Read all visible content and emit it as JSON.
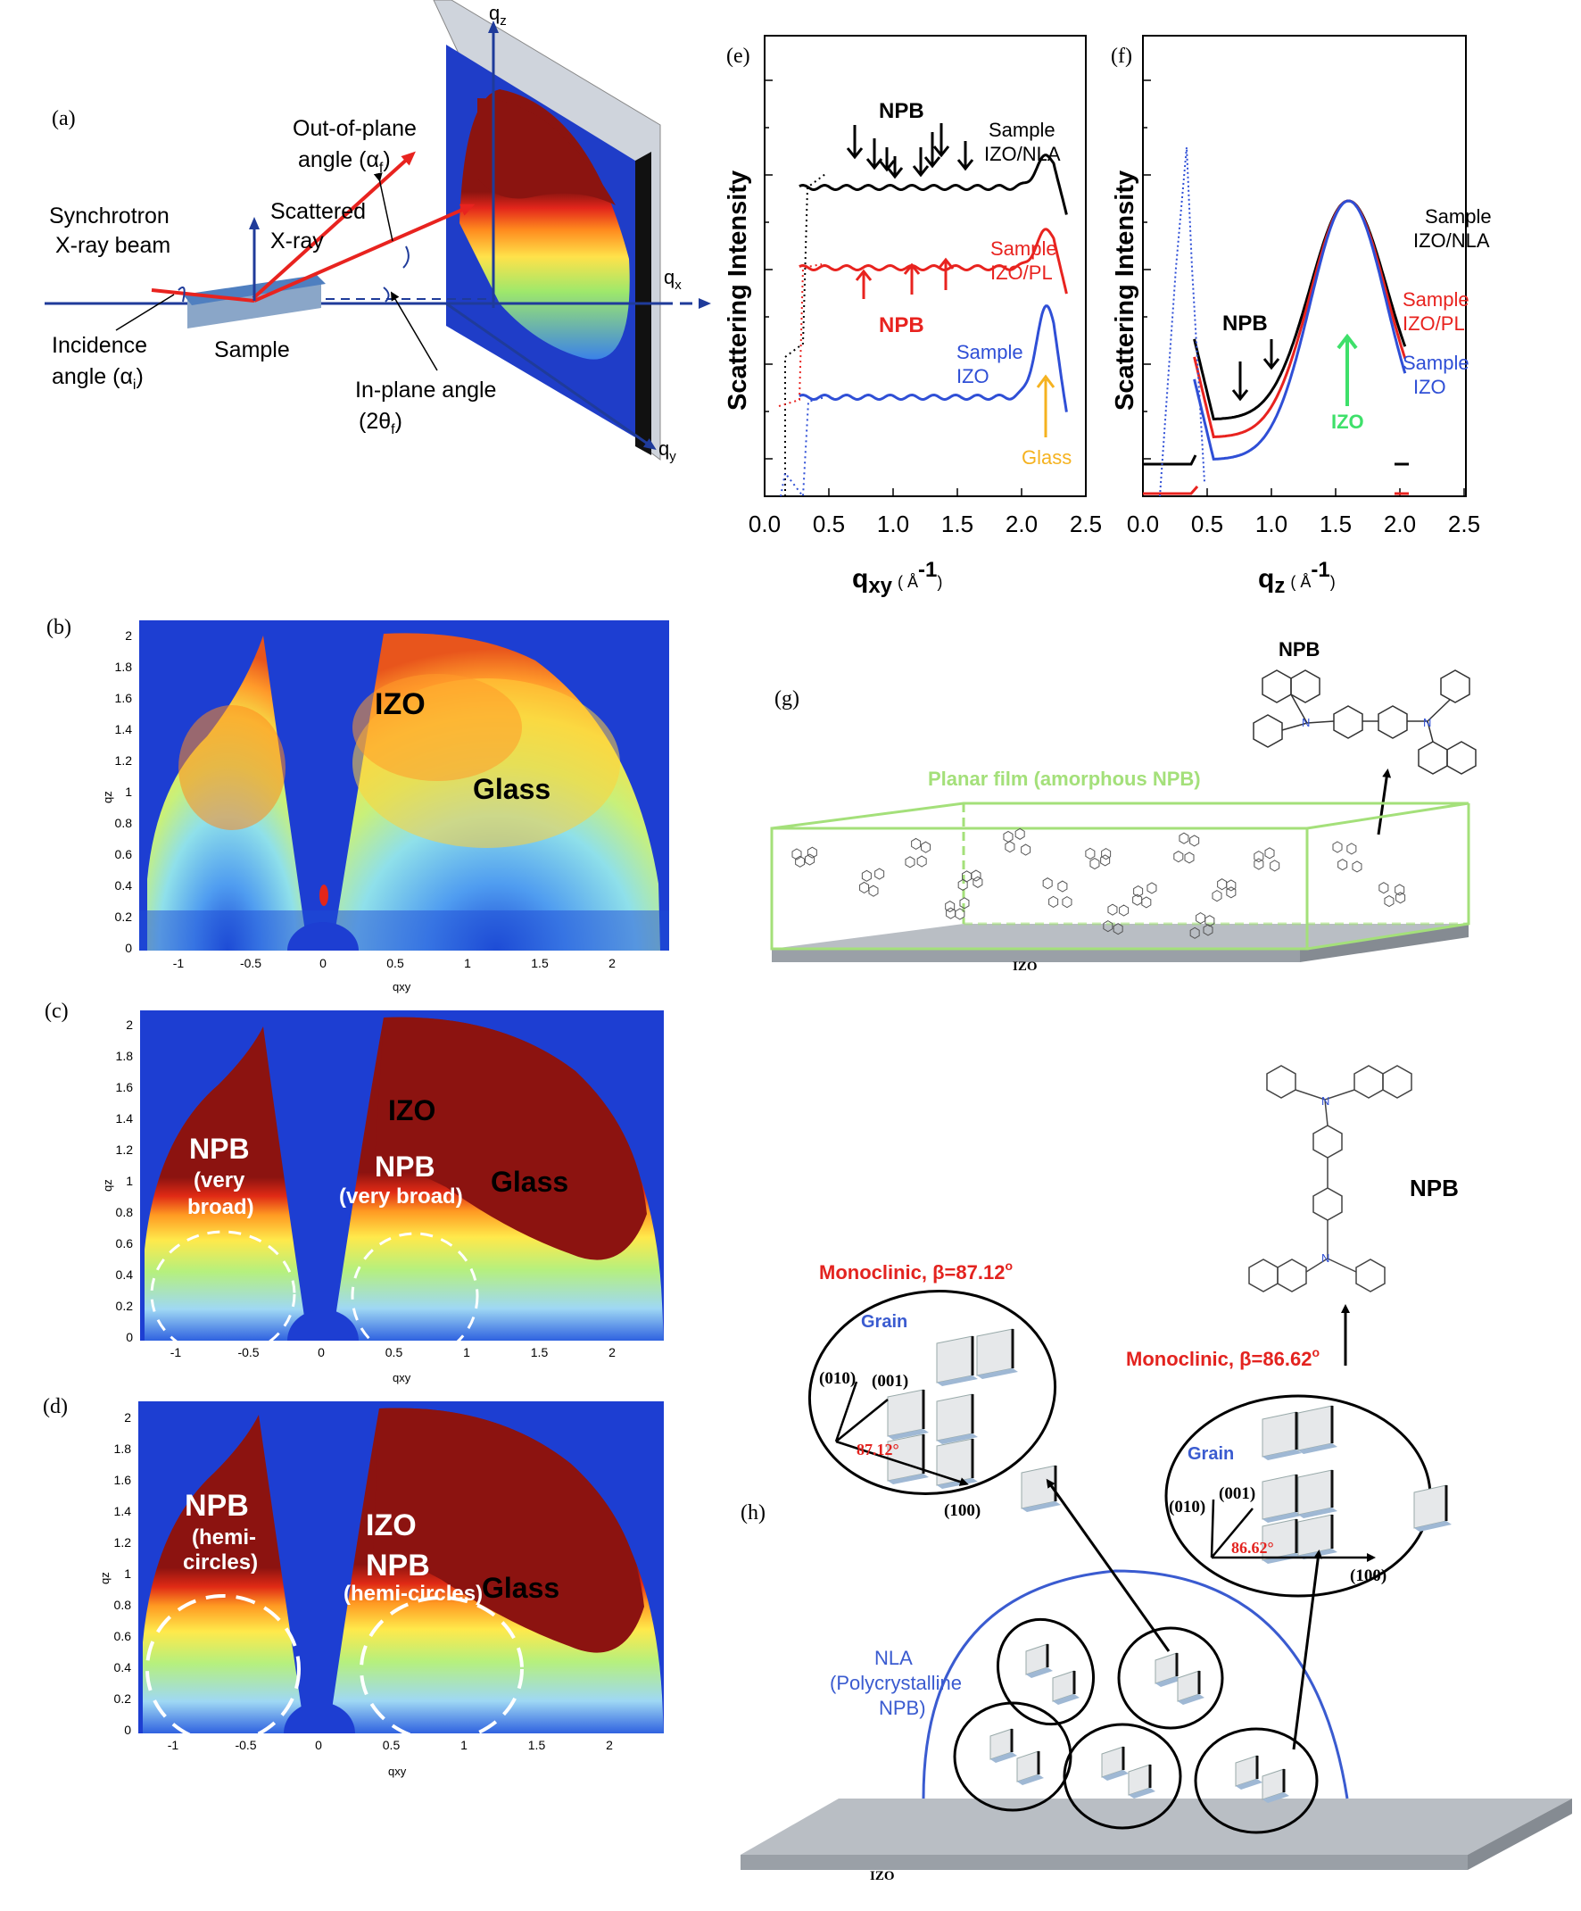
{
  "panel_a": {
    "label": "(a)",
    "qz": "q",
    "qz_sub": "z",
    "qx": "q",
    "qx_sub": "x",
    "qy": "q",
    "qy_sub": "y",
    "beam": [
      "Synchrotron",
      "X-ray beam"
    ],
    "scattered": [
      "Scattered",
      "X-ray"
    ],
    "out_of_plane": [
      "Out-of-plane",
      "angle (α",
      "f",
      ")"
    ],
    "incidence": [
      "Incidence",
      "angle (α",
      "i",
      ")"
    ],
    "sample": "Sample",
    "in_plane": [
      "In-plane angle",
      "(2θ",
      "f",
      ")"
    ]
  },
  "panel_e": {
    "label": "(e)",
    "ylabel": "Scattering Intensity",
    "xlabel": "q",
    "xlabel_sub": "xy",
    "xlabel_unit": "( Å",
    "xlabel_exp": "-1",
    "xlabel_close": ")",
    "xticks": [
      "0.0",
      "0.5",
      "1.0",
      "1.5",
      "2.0",
      "2.5"
    ],
    "annotations": {
      "npb_top": "NPB",
      "npb_mid": "NPB",
      "glass": "Glass",
      "s1": [
        "Sample",
        "IZO/NLA"
      ],
      "s2": [
        "Sample",
        "IZO/PL"
      ],
      "s3": [
        "Sample",
        "IZO"
      ]
    }
  },
  "panel_f": {
    "label": "(f)",
    "ylabel": "Scattering Intensity",
    "xlabel": "q",
    "xlabel_sub": "z",
    "xlabel_unit": "( Å",
    "xlabel_exp": "-1",
    "xlabel_close": ")",
    "xticks": [
      "0.0",
      "0.5",
      "1.0",
      "1.5",
      "2.0",
      "2.5"
    ],
    "annotations": {
      "npb": "NPB",
      "izo": "IZO",
      "s1": [
        "Sample",
        "IZO/NLA"
      ],
      "s2": [
        "Sample",
        "IZO/PL"
      ],
      "s3": [
        "Sample",
        "IZO"
      ]
    }
  },
  "panel_b": {
    "label": "(b)",
    "ylabel": "qz",
    "xlabel": "qxy",
    "yticks": [
      "2",
      "1.8",
      "1.6",
      "1.4",
      "1.2",
      "1",
      "0.8",
      "0.6",
      "0.4",
      "0.2",
      "0"
    ],
    "xticks": [
      "-1",
      "-0.5",
      "0",
      "0.5",
      "1",
      "1.5",
      "2"
    ],
    "izo": "IZO",
    "glass": "Glass"
  },
  "panel_c": {
    "label": "(c)",
    "ylabel": "qz",
    "xlabel": "qxy",
    "yticks": [
      "2",
      "1.8",
      "1.6",
      "1.4",
      "1.2",
      "1",
      "0.8",
      "0.6",
      "0.4",
      "0.2",
      "0"
    ],
    "xticks": [
      "-1",
      "-0.5",
      "0",
      "0.5",
      "1",
      "1.5",
      "2"
    ],
    "izo": "IZO",
    "glass": "Glass",
    "npb_left": [
      "NPB",
      "(very",
      "broad)"
    ],
    "npb_right": [
      "NPB",
      "(very broad)"
    ]
  },
  "panel_d": {
    "label": "(d)",
    "ylabel": "qz",
    "xlabel": "qxy",
    "yticks": [
      "2",
      "1.8",
      "1.6",
      "1.4",
      "1.2",
      "1",
      "0.8",
      "0.6",
      "0.4",
      "0.2",
      "0"
    ],
    "xticks": [
      "-1",
      "-0.5",
      "0",
      "0.5",
      "1",
      "1.5",
      "2"
    ],
    "izo": "IZO",
    "glass": "Glass",
    "npb_left": [
      "NPB",
      "(hemi-",
      "circles)"
    ],
    "npb_right": [
      "NPB",
      "(hemi-circles)"
    ]
  },
  "panel_g": {
    "label": "(g)",
    "npb": "NPB",
    "film": "Planar film (amorphous NPB)",
    "substrate": "IZO"
  },
  "panel_h": {
    "label": "(h)",
    "npb": "NPB",
    "mono_left": "Monoclinic,  β=87.12",
    "mono_right": "Monoclinic,  β=86.62",
    "deg": "o",
    "grain": "Grain",
    "m010": "(010)",
    "m001": "(001)",
    "m100": "(100)",
    "angle_left": "87.12°",
    "angle_right": "86.62°",
    "nla": [
      "NLA",
      "(Polycrystalline",
      "NPB)"
    ],
    "substrate": "IZO"
  },
  "colors": {
    "nla": "#000000",
    "pl": "#e8231f",
    "izo": "#2f4fd6",
    "glass_arrow": "#f5b21f",
    "izo_arrow": "#3ee06a",
    "film": "#a4e07a",
    "mono": "#e3231f",
    "grain": "#3a5bd0",
    "frame": "#1f3b9a"
  }
}
